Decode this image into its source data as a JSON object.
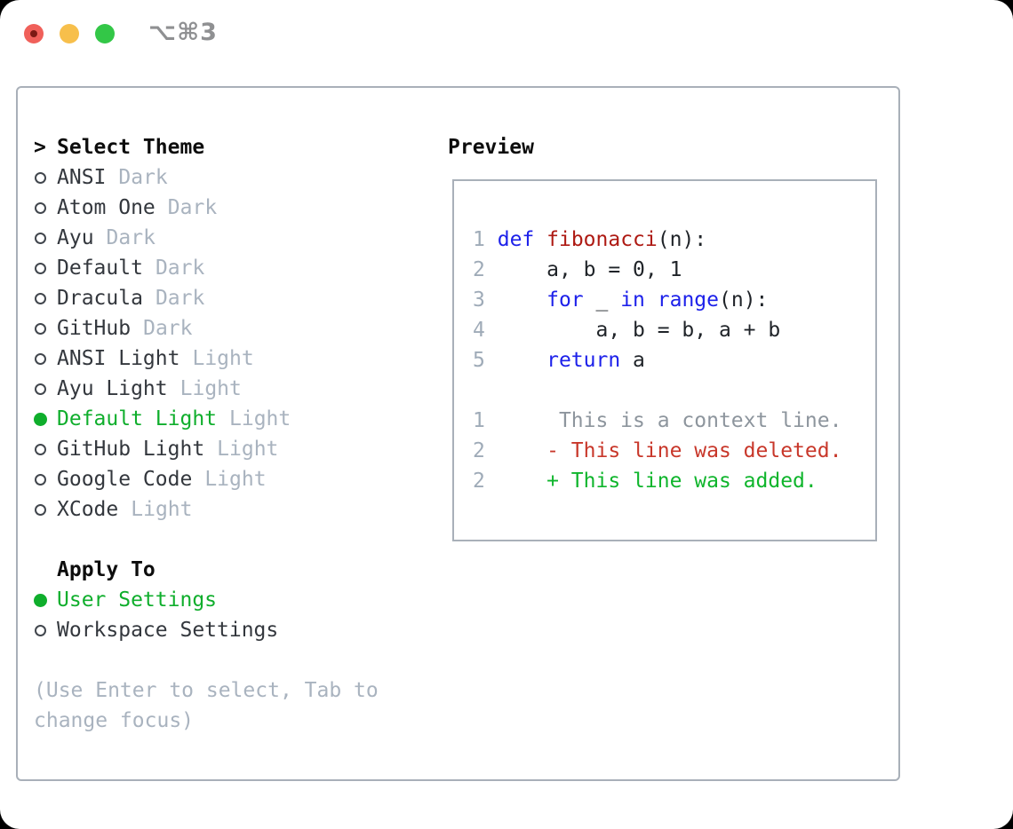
{
  "window": {
    "title_shortcut": "⌥⌘3",
    "traffic_lights": [
      "close",
      "minimize",
      "zoom"
    ]
  },
  "theme_picker": {
    "header": {
      "prefix": ">",
      "label": "Select Theme"
    },
    "items": [
      {
        "name": "ANSI",
        "tag": "Dark",
        "selected": false
      },
      {
        "name": "Atom One",
        "tag": "Dark",
        "selected": false
      },
      {
        "name": "Ayu",
        "tag": "Dark",
        "selected": false
      },
      {
        "name": "Default",
        "tag": "Dark",
        "selected": false
      },
      {
        "name": "Dracula",
        "tag": "Dark",
        "selected": false
      },
      {
        "name": "GitHub",
        "tag": "Dark",
        "selected": false
      },
      {
        "name": "ANSI Light",
        "tag": "Light",
        "selected": false
      },
      {
        "name": "Ayu Light",
        "tag": "Light",
        "selected": false
      },
      {
        "name": "Default Light",
        "tag": "Light",
        "selected": true
      },
      {
        "name": "GitHub Light",
        "tag": "Light",
        "selected": false
      },
      {
        "name": "Google Code",
        "tag": "Light",
        "selected": false
      },
      {
        "name": "XCode",
        "tag": "Light",
        "selected": false
      }
    ],
    "apply_to": {
      "label": "Apply To",
      "options": [
        {
          "label": "User Settings",
          "selected": true
        },
        {
          "label": "Workspace Settings",
          "selected": false
        }
      ]
    },
    "hint": {
      "line1": "(Use Enter to select, Tab to",
      "line2": "change focus)"
    }
  },
  "preview": {
    "label": "Preview",
    "lines": [
      {
        "num": "1",
        "segs": [
          {
            "t": " "
          },
          {
            "t": "def",
            "c": "kw"
          },
          {
            "t": " "
          },
          {
            "t": "fibonacci",
            "c": "fn"
          },
          {
            "t": "(n):"
          }
        ]
      },
      {
        "num": "2",
        "segs": [
          {
            "t": "     a, b = 0, 1"
          }
        ]
      },
      {
        "num": "3",
        "segs": [
          {
            "t": "     "
          },
          {
            "t": "for",
            "c": "kw"
          },
          {
            "t": " _ "
          },
          {
            "t": "in",
            "c": "kw"
          },
          {
            "t": " "
          },
          {
            "t": "range",
            "c": "kw"
          },
          {
            "t": "(n):"
          }
        ]
      },
      {
        "num": "4",
        "segs": [
          {
            "t": "         a, b = b, a + b"
          }
        ]
      },
      {
        "num": "5",
        "segs": [
          {
            "t": "     "
          },
          {
            "t": "return",
            "c": "kw"
          },
          {
            "t": " a"
          }
        ]
      },
      {
        "num": "",
        "segs": [
          {
            "t": ""
          }
        ]
      },
      {
        "num": "1",
        "segs": [
          {
            "t": "      This is a context line.",
            "c": "ctx"
          }
        ]
      },
      {
        "num": "2",
        "segs": [
          {
            "t": "     - This line was deleted.",
            "c": "del"
          }
        ]
      },
      {
        "num": "2",
        "segs": [
          {
            "t": "     + This line was added.",
            "c": "add"
          }
        ]
      }
    ]
  },
  "colors": {
    "accent_green": "#0fae2c",
    "diff_added": "#0fb52c",
    "diff_deleted": "#c8372a",
    "keyword_blue": "#1d21ea",
    "function_red": "#ae1a13",
    "muted_gray": "#a9b3bf",
    "line_number_gray": "#9fabb8",
    "border_gray": "#a9b0b9",
    "traffic_red": "#f0605a",
    "traffic_yellow": "#f7bf4b",
    "traffic_green": "#33c747"
  }
}
